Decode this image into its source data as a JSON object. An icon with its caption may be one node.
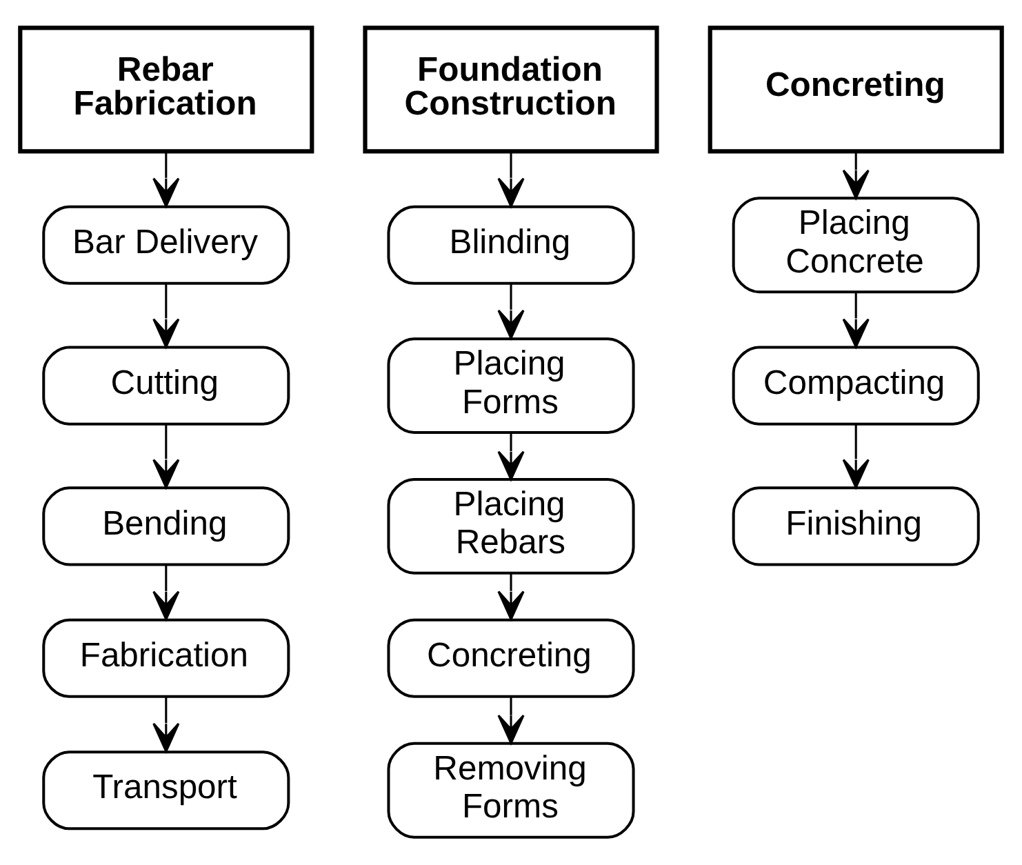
{
  "diagram": {
    "nodes": [
      {
        "text": [
          "Rebar Fabrication"
        ]
      },
      {
        "text": [
          "Bar Delivery"
        ]
      },
      {
        "text": [
          "Cutting"
        ]
      },
      {
        "text": [
          "Bending"
        ]
      },
      {
        "text": [
          "Fabrication"
        ]
      },
      {
        "text": [
          "Transport"
        ]
      },
      {
        "text": [
          "Foundation Construction"
        ]
      },
      {
        "text": [
          "Blinding"
        ]
      },
      {
        "text": [
          "Placing Forms"
        ]
      },
      {
        "text": [
          "Placing Rebars"
        ]
      },
      {
        "text": [
          "Concreting"
        ]
      },
      {
        "text": [
          "Removing Forms"
        ]
      },
      {
        "text": [
          "Concreting"
        ]
      },
      {
        "text": [
          "Placing Concrete"
        ]
      },
      {
        "text": [
          "Compacting"
        ]
      },
      {
        "text": [
          "Finishing"
        ]
      }
    ],
    "edges": [
      {
        "from": 0,
        "to": 1,
        "arrow": "to"
      },
      {
        "from": 1,
        "to": 2,
        "arrow": "to"
      },
      {
        "from": 2,
        "to": 3,
        "arrow": "to"
      },
      {
        "from": 3,
        "to": 4,
        "arrow": "to"
      },
      {
        "from": 4,
        "to": 5,
        "arrow": "to"
      },
      {
        "from": 6,
        "to": 7,
        "arrow": "to"
      },
      {
        "from": 7,
        "to": 8,
        "arrow": "to"
      },
      {
        "from": 8,
        "to": 9,
        "arrow": "to"
      },
      {
        "from": 9,
        "to": 10,
        "arrow": "to"
      },
      {
        "from": 10,
        "to": 11,
        "arrow": "to"
      },
      {
        "from": 12,
        "to": 13,
        "arrow": "to"
      },
      {
        "from": 13,
        "to": 14,
        "arrow": "to"
      },
      {
        "from": 14,
        "to": 15,
        "arrow": "to"
      }
    ]
  }
}
